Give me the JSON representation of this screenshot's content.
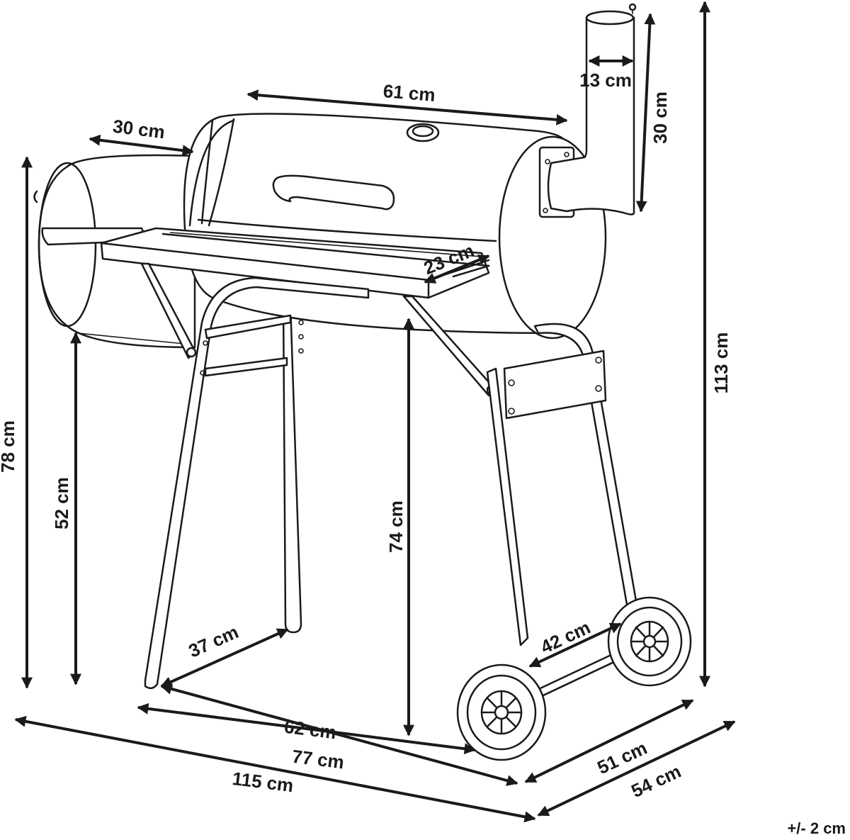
{
  "dimensions": {
    "chimney_diameter": "13 cm",
    "chimney_height": "30 cm",
    "chamber_length": "61 cm",
    "firebox_length": "30 cm",
    "side_shelf_depth": "23 cm",
    "overall_height": "113 cm",
    "firebox_height": "78 cm",
    "firebox_bottom_height": "52 cm",
    "shelf_height": "74 cm",
    "leg_depth": "37 cm",
    "axle_length": "42 cm",
    "leg_spacing": "62 cm",
    "base_length": "77 cm",
    "overall_length": "115 cm",
    "wheel_depth": "51 cm",
    "overall_depth": "54 cm"
  },
  "tolerance": "+/- 2 cm",
  "colors": {
    "line": "#1a1a1a",
    "background": "#ffffff"
  }
}
